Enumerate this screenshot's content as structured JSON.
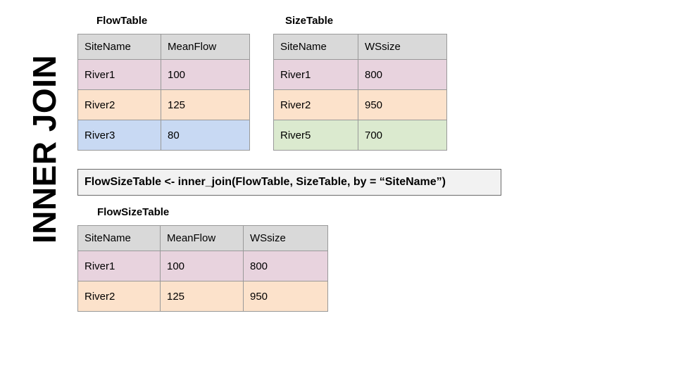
{
  "section": {
    "label": "INNER JOIN"
  },
  "tables": [
    {
      "id": "flow-table",
      "title": "FlowTable",
      "columns": [
        "SiteName",
        "MeanFlow"
      ],
      "rows": [
        {
          "cells": [
            "River1",
            "100"
          ],
          "fill": "pink"
        },
        {
          "cells": [
            "River2",
            "125"
          ],
          "fill": "peach"
        },
        {
          "cells": [
            "River3",
            "80"
          ],
          "fill": "blue"
        }
      ]
    },
    {
      "id": "size-table",
      "title": "SizeTable",
      "columns": [
        "SiteName",
        "WSsize"
      ],
      "rows": [
        {
          "cells": [
            "River1",
            "800"
          ],
          "fill": "pink"
        },
        {
          "cells": [
            "River2",
            "950"
          ],
          "fill": "peach"
        },
        {
          "cells": [
            "River5",
            "700"
          ],
          "fill": "green"
        }
      ]
    },
    {
      "id": "flow-size-table",
      "title": "FlowSizeTable",
      "columns": [
        "SiteName",
        "MeanFlow",
        "WSsize"
      ],
      "rows": [
        {
          "cells": [
            "River1",
            "100",
            "800"
          ],
          "fill": "pink"
        },
        {
          "cells": [
            "River2",
            "125",
            "950"
          ],
          "fill": "peach"
        }
      ]
    }
  ],
  "formula": {
    "code": "FlowSizeTable <- inner_join(FlowTable, SizeTable, by = “SiteName”)"
  },
  "colors": {
    "header_fill": "#d9d9d9",
    "pink": "#e8d3de",
    "peach": "#fce2cb",
    "blue": "#c8d9f3",
    "green": "#dbeacf",
    "border": "#999999",
    "formula_fill": "#f2f2f2",
    "formula_border": "#6b6b6b"
  }
}
